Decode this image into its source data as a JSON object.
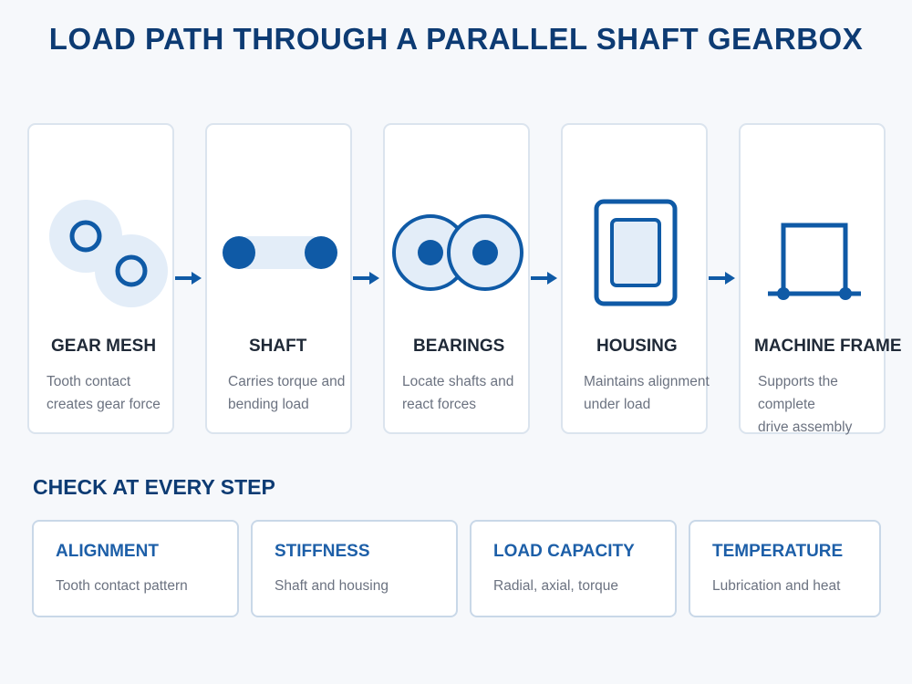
{
  "title": "LOAD PATH THROUGH A PARALLEL SHAFT GEARBOX",
  "steps": [
    {
      "name": "GEAR MESH",
      "desc_line1": "Tooth contact",
      "desc_line2": "creates gear force",
      "icon": "gear-mesh-icon"
    },
    {
      "name": "SHAFT",
      "desc_line1": "Carries torque and",
      "desc_line2": "bending load",
      "icon": "shaft-icon"
    },
    {
      "name": "BEARINGS",
      "desc_line1": "Locate shafts and",
      "desc_line2": "react forces",
      "icon": "bearings-icon"
    },
    {
      "name": "HOUSING",
      "desc_line1": "Maintains alignment",
      "desc_line2": "under load",
      "icon": "housing-icon"
    },
    {
      "name": "MACHINE FRAME",
      "desc_line1": "Supports the complete",
      "desc_line2": "drive assembly",
      "icon": "machine-frame-icon"
    }
  ],
  "check_heading": "CHECK AT EVERY STEP",
  "checks": [
    {
      "title": "ALIGNMENT",
      "desc": "Tooth contact pattern"
    },
    {
      "title": "STIFFNESS",
      "desc": "Shaft and housing"
    },
    {
      "title": "LOAD CAPACITY",
      "desc": "Radial, axial, torque"
    },
    {
      "title": "TEMPERATURE",
      "desc": "Lubrication and heat"
    }
  ],
  "colors": {
    "title": "#0d3b73",
    "accent": "#1d5fa8",
    "icon_dark": "#0f5aa6",
    "icon_light": "#e3edf8",
    "card_border": "#dbe4ee",
    "muted_text": "#6b7280"
  }
}
